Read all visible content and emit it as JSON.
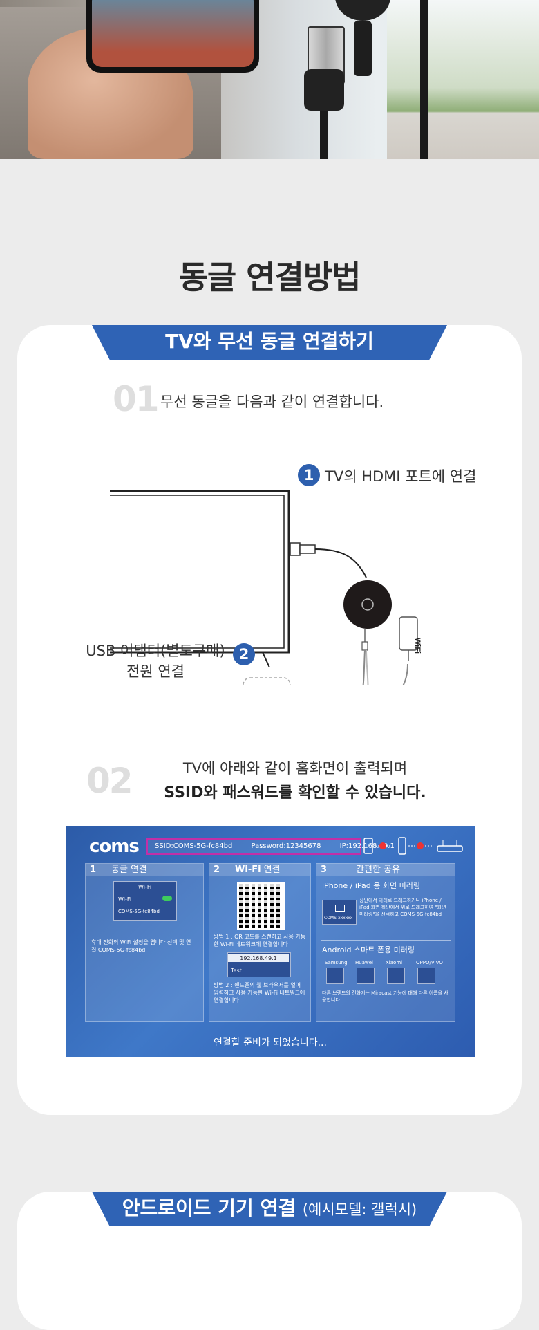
{
  "section": {
    "title": "동글 연결방법"
  },
  "card1": {
    "tab": "TV와 무선 동글 연결하기",
    "step1": {
      "num": "01",
      "text": "무선 동글을 다음과 같이 연결합니다."
    },
    "diagram": {
      "badge1": "1",
      "label1": "TV의 HDMI 포트에 연결",
      "badge2": "2",
      "label2_line1": "USB 어댑터(별도구매)",
      "label2_line2": "전원 연결",
      "wifi_label": "WiFi"
    },
    "step2": {
      "num": "02",
      "line1": "TV에 아래와 같이 홈화면이 출력되며",
      "line2": "SSID와 패스워드를 확인할 수 있습니다."
    },
    "screen": {
      "logo": "coms",
      "ssid": "SSID:COMS-5G-fc84bd",
      "password": "Password:12345678",
      "ip": "IP:192.168.49.1",
      "panel1": {
        "num": "1",
        "title": "동글 연결",
        "wifi_title": "Wi-Fi",
        "wifi_row": "Wi-Fi",
        "network": "COMS-5G-fc84bd",
        "desc": "휴대 전화의 WiFi 설정을 엽니다 선택 및 연결   COMS-5G-fc84bd"
      },
      "panel2": {
        "num": "2",
        "title_bold": "Wi-Fi",
        "title": "연결",
        "method1": "방법 1 : QR 코드를 스캔하고 사용 가능한 Wi-Fi 네트워크에 연결합니다",
        "ip_box": "192.168.49.1",
        "test": "Test",
        "method2": "방법 2 : 핸드폰의 웹 브라우저를 열어 입력하고 사용 가능한 Wi-Fi 네트워크에 연결합니다"
      },
      "panel3": {
        "num": "3",
        "title": "간편한 공유",
        "iphone_title": "iPhone / iPad 용 화면 미러링",
        "iphone_desc": "상단에서 아래로 드래그하거나 iPhone / iPad 화면 하단에서 위로 드래그하여 \"화면 미러링\"을 선택하고 COMS-5G-fc84bd",
        "mini_label": "COMS-xxxxxx",
        "android_title": "Android 스마트 폰용 미러링",
        "brands": [
          "Samsung",
          "Huawei",
          "Xiaomi",
          "OPPO/VIVO"
        ],
        "android_desc": "다른 브랜드의 전화기는 Miracast 기능에 대해 다른 이름을 사용합니다"
      },
      "footer": "연결할 준비가 되었습니다..."
    }
  },
  "card2": {
    "tab": "안드로이드 기기 연결",
    "tab_small": "(예시모델: 갤럭시)"
  },
  "colors": {
    "accent": "#2f63b5",
    "badge": "#2d5fae",
    "highlight": "#c22fa7",
    "background": "#ececec"
  }
}
